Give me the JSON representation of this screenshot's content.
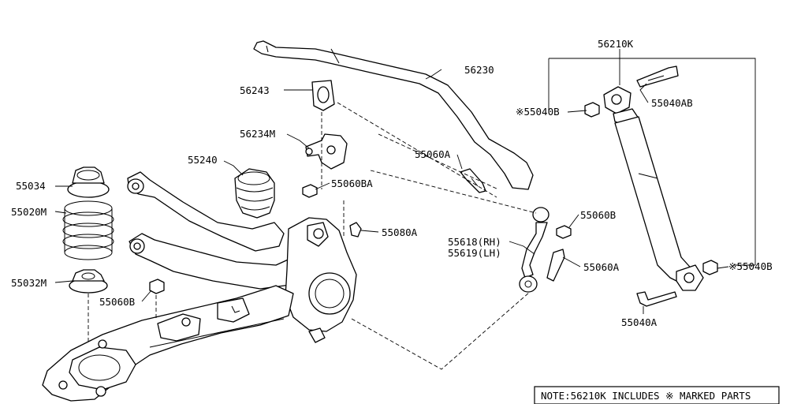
{
  "labels": {
    "p56210K": "56210K",
    "p56230": "56230",
    "p56243": "56243",
    "p56234M": "56234M",
    "p55040B_top": "※55040B",
    "p55040AB": "55040AB",
    "p55060A_top": "55060A",
    "p55240": "55240",
    "p55060BA": "55060BA",
    "p55034": "55034",
    "p55020M": "55020M",
    "p55080A": "55080A",
    "p55060B_right": "55060B",
    "p55618": "55618(RH)",
    "p55619": "55619(LH)",
    "p55060A_mid": "55060A",
    "p55040B_right": "※55040B",
    "p55032M": "55032M",
    "p55060B_left": "55060B",
    "p55040A": "55040A"
  },
  "note": "NOTE:56210K INCLUDES ※ MARKED PARTS"
}
